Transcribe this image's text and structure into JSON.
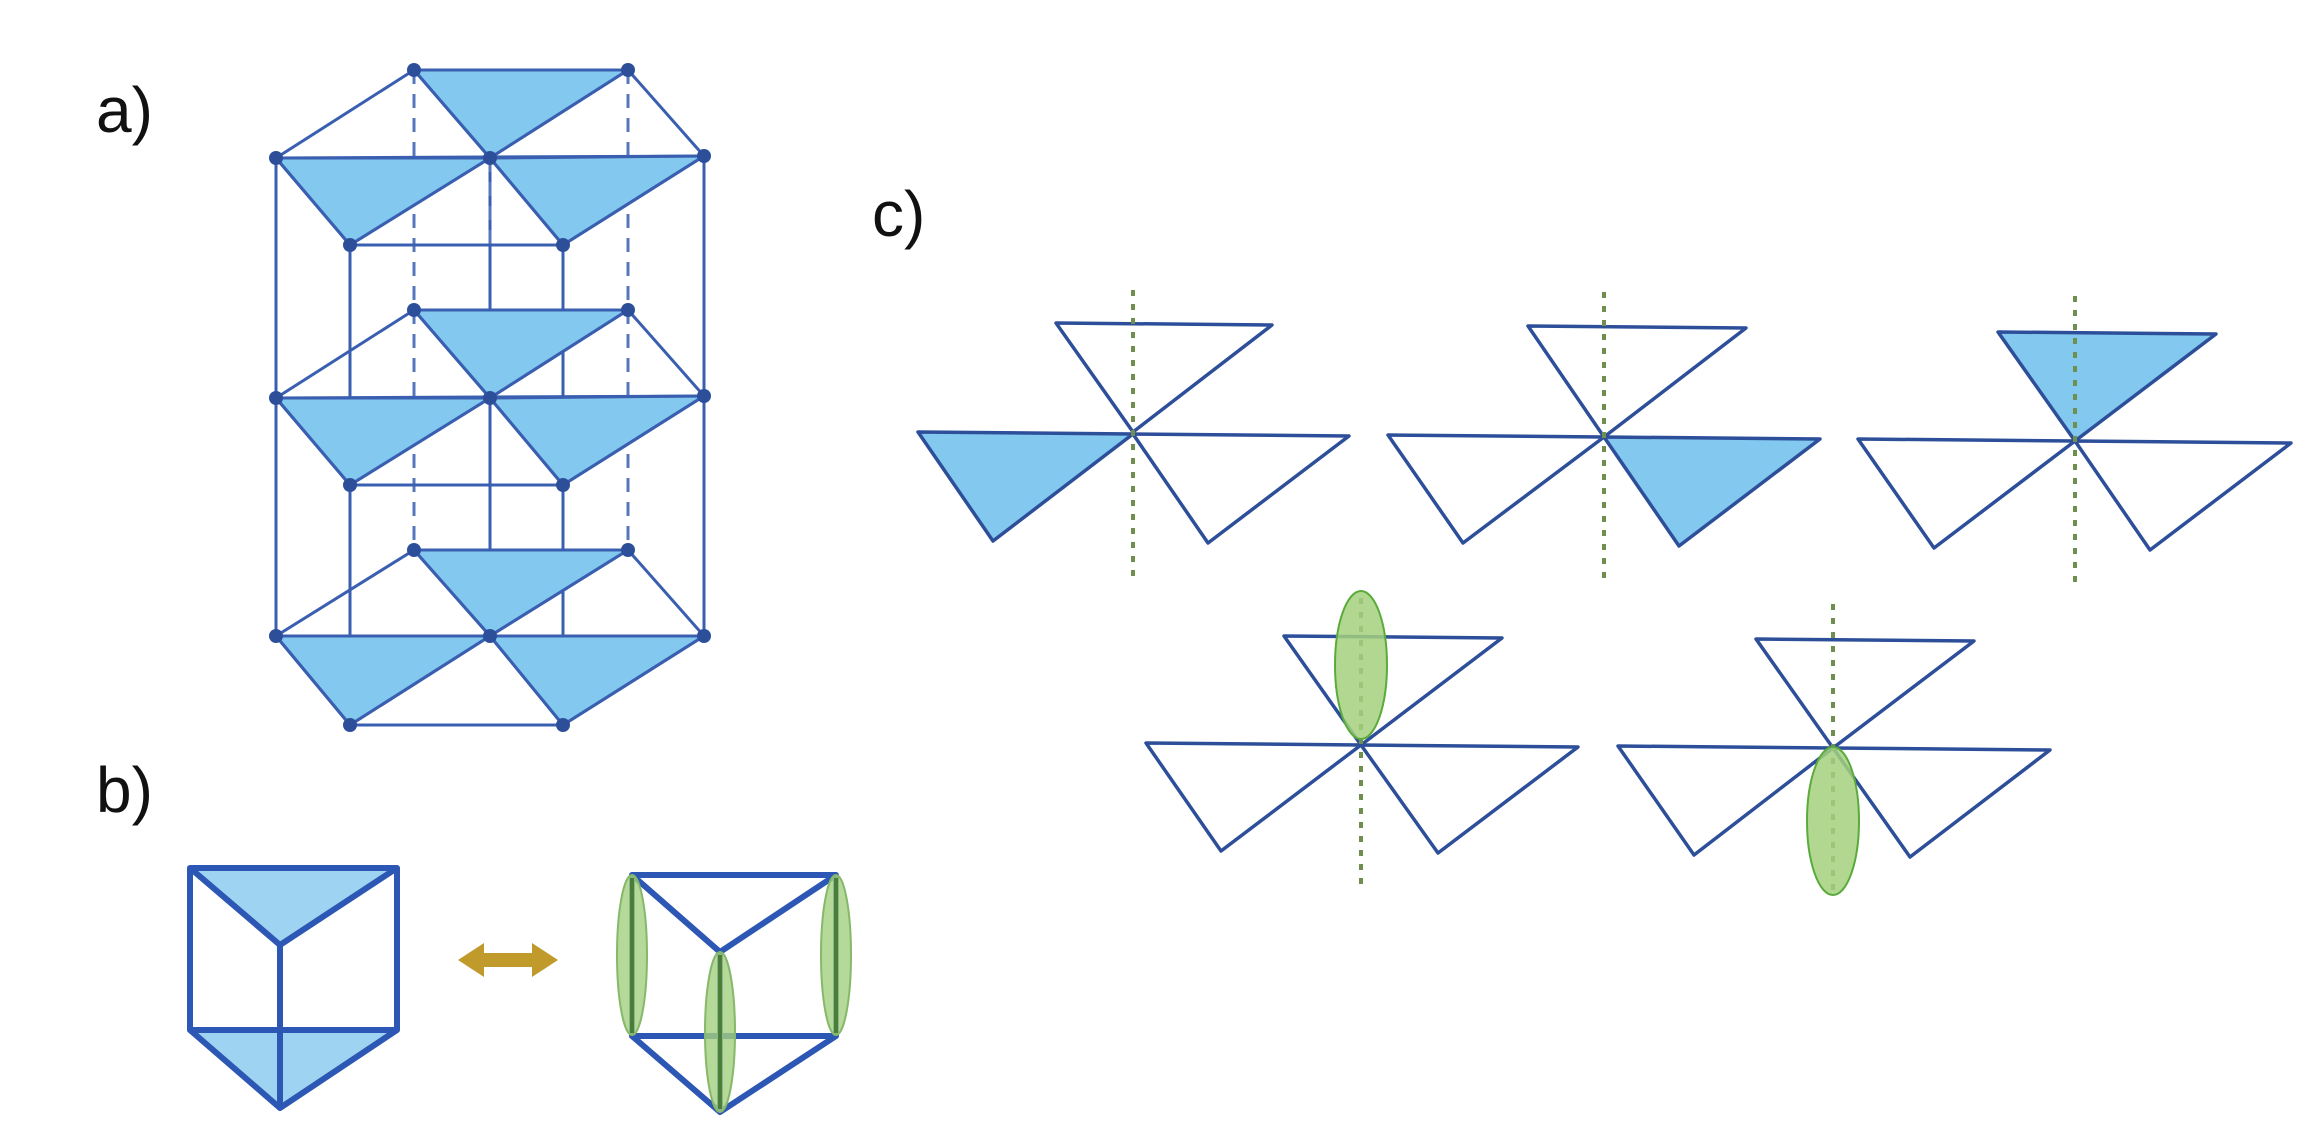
{
  "labels": {
    "a": "a)",
    "b": "b)",
    "c": "c)"
  },
  "colors": {
    "edge": "#2d57b4",
    "lattice_edge": "#3a5fb0",
    "triangle_fill": "#83c8ee",
    "prism_fill": "#9ed3f1",
    "pair_fill": "#a3d07e",
    "pair_stroke": "#5aab3b",
    "axis": "#6f8f50",
    "arrow": "#c19a2c",
    "label": "#111111"
  }
}
